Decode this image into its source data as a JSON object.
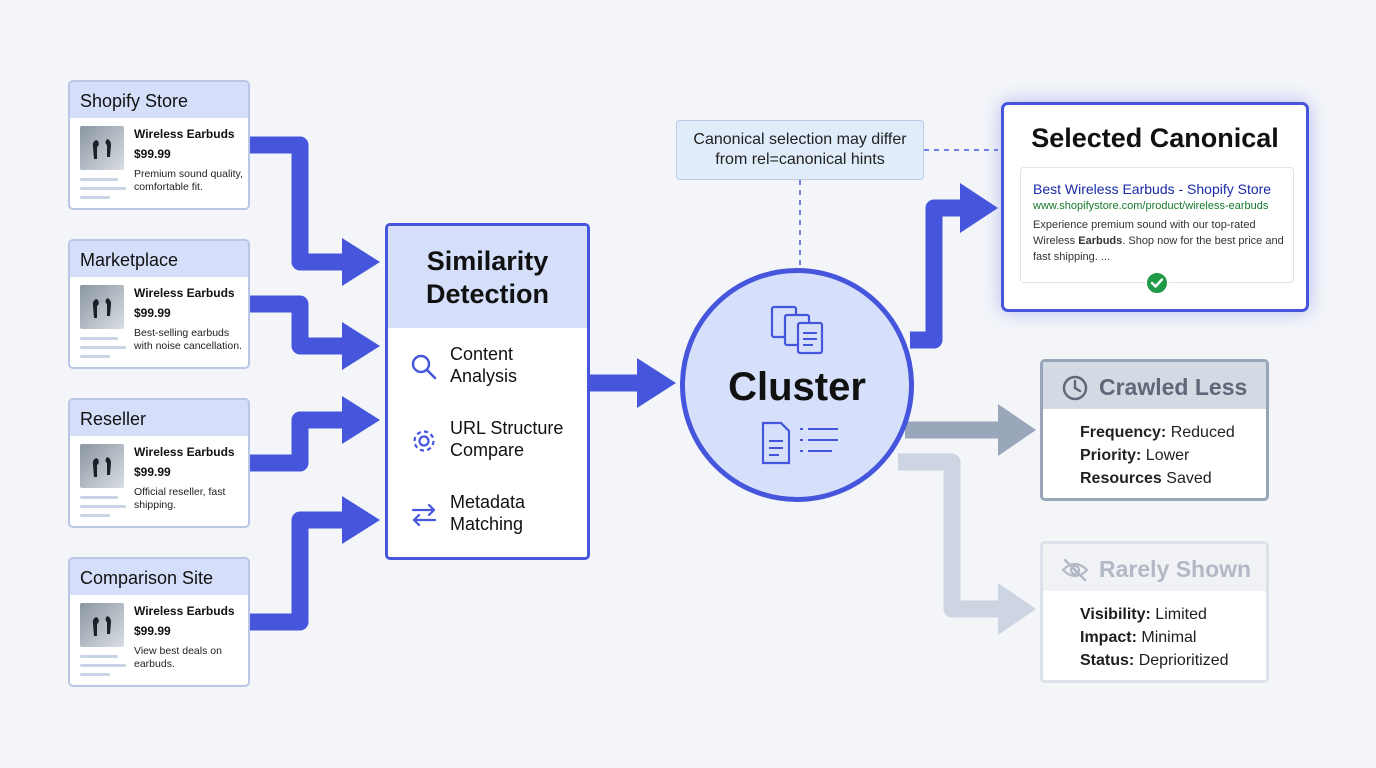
{
  "sources": [
    {
      "name": "Shopify Store",
      "product": "Wireless Earbuds",
      "price": "$99.99",
      "desc": "Premium sound quality, comfortable fit."
    },
    {
      "name": "Marketplace",
      "product": "Wireless Earbuds",
      "price": "$99.99",
      "desc": "Best-selling earbuds with noise cancellation."
    },
    {
      "name": "Reseller",
      "product": "Wireless Earbuds",
      "price": "$99.99",
      "desc": "Official reseller, fast shipping."
    },
    {
      "name": "Comparison Site",
      "product": "Wireless Earbuds",
      "price": "$99.99",
      "desc": "View best deals on earbuds."
    }
  ],
  "similarity": {
    "title_line1": "Similarity",
    "title_line2": "Detection",
    "items": [
      {
        "line1": "Content",
        "line2": "Analysis",
        "icon": "search-icon"
      },
      {
        "line1": "URL Structure",
        "line2": "Compare",
        "icon": "gear-icon"
      },
      {
        "line1": "Metadata",
        "line2": "Matching",
        "icon": "swap-arrows-icon"
      }
    ]
  },
  "cluster": {
    "title": "Cluster"
  },
  "note": {
    "line1": "Canonical selection may differ",
    "line2": "from rel=canonical hints"
  },
  "canonical": {
    "title": "Selected Canonical",
    "result_title": "Best Wireless Earbuds - Shopify Store",
    "result_url": "www.shopifystore.com/product/wireless-earbuds",
    "desc_part1": "Experience premium sound with our top-rated Wireless ",
    "desc_bold": "Earbuds",
    "desc_part2": ". Shop now for the best price and fast shipping. ..."
  },
  "crawled_less": {
    "title": "Crawled Less",
    "rows": [
      {
        "label": "Frequency:",
        "value": "Reduced"
      },
      {
        "label": "Priority:",
        "value": "Lower"
      },
      {
        "label": "Resources",
        "value": "Saved"
      }
    ]
  },
  "rarely_shown": {
    "title": "Rarely Shown",
    "rows": [
      {
        "label": "Visibility:",
        "value": "Limited"
      },
      {
        "label": "Impact:",
        "value": "Minimal"
      },
      {
        "label": "Status:",
        "value": "Deprioritized"
      }
    ]
  },
  "colors": {
    "accent": "#4656dc",
    "header_fill": "#d5dffa",
    "crawled": "#98a4b8",
    "rarely": "#dde2ea",
    "check": "#1f9a47"
  }
}
